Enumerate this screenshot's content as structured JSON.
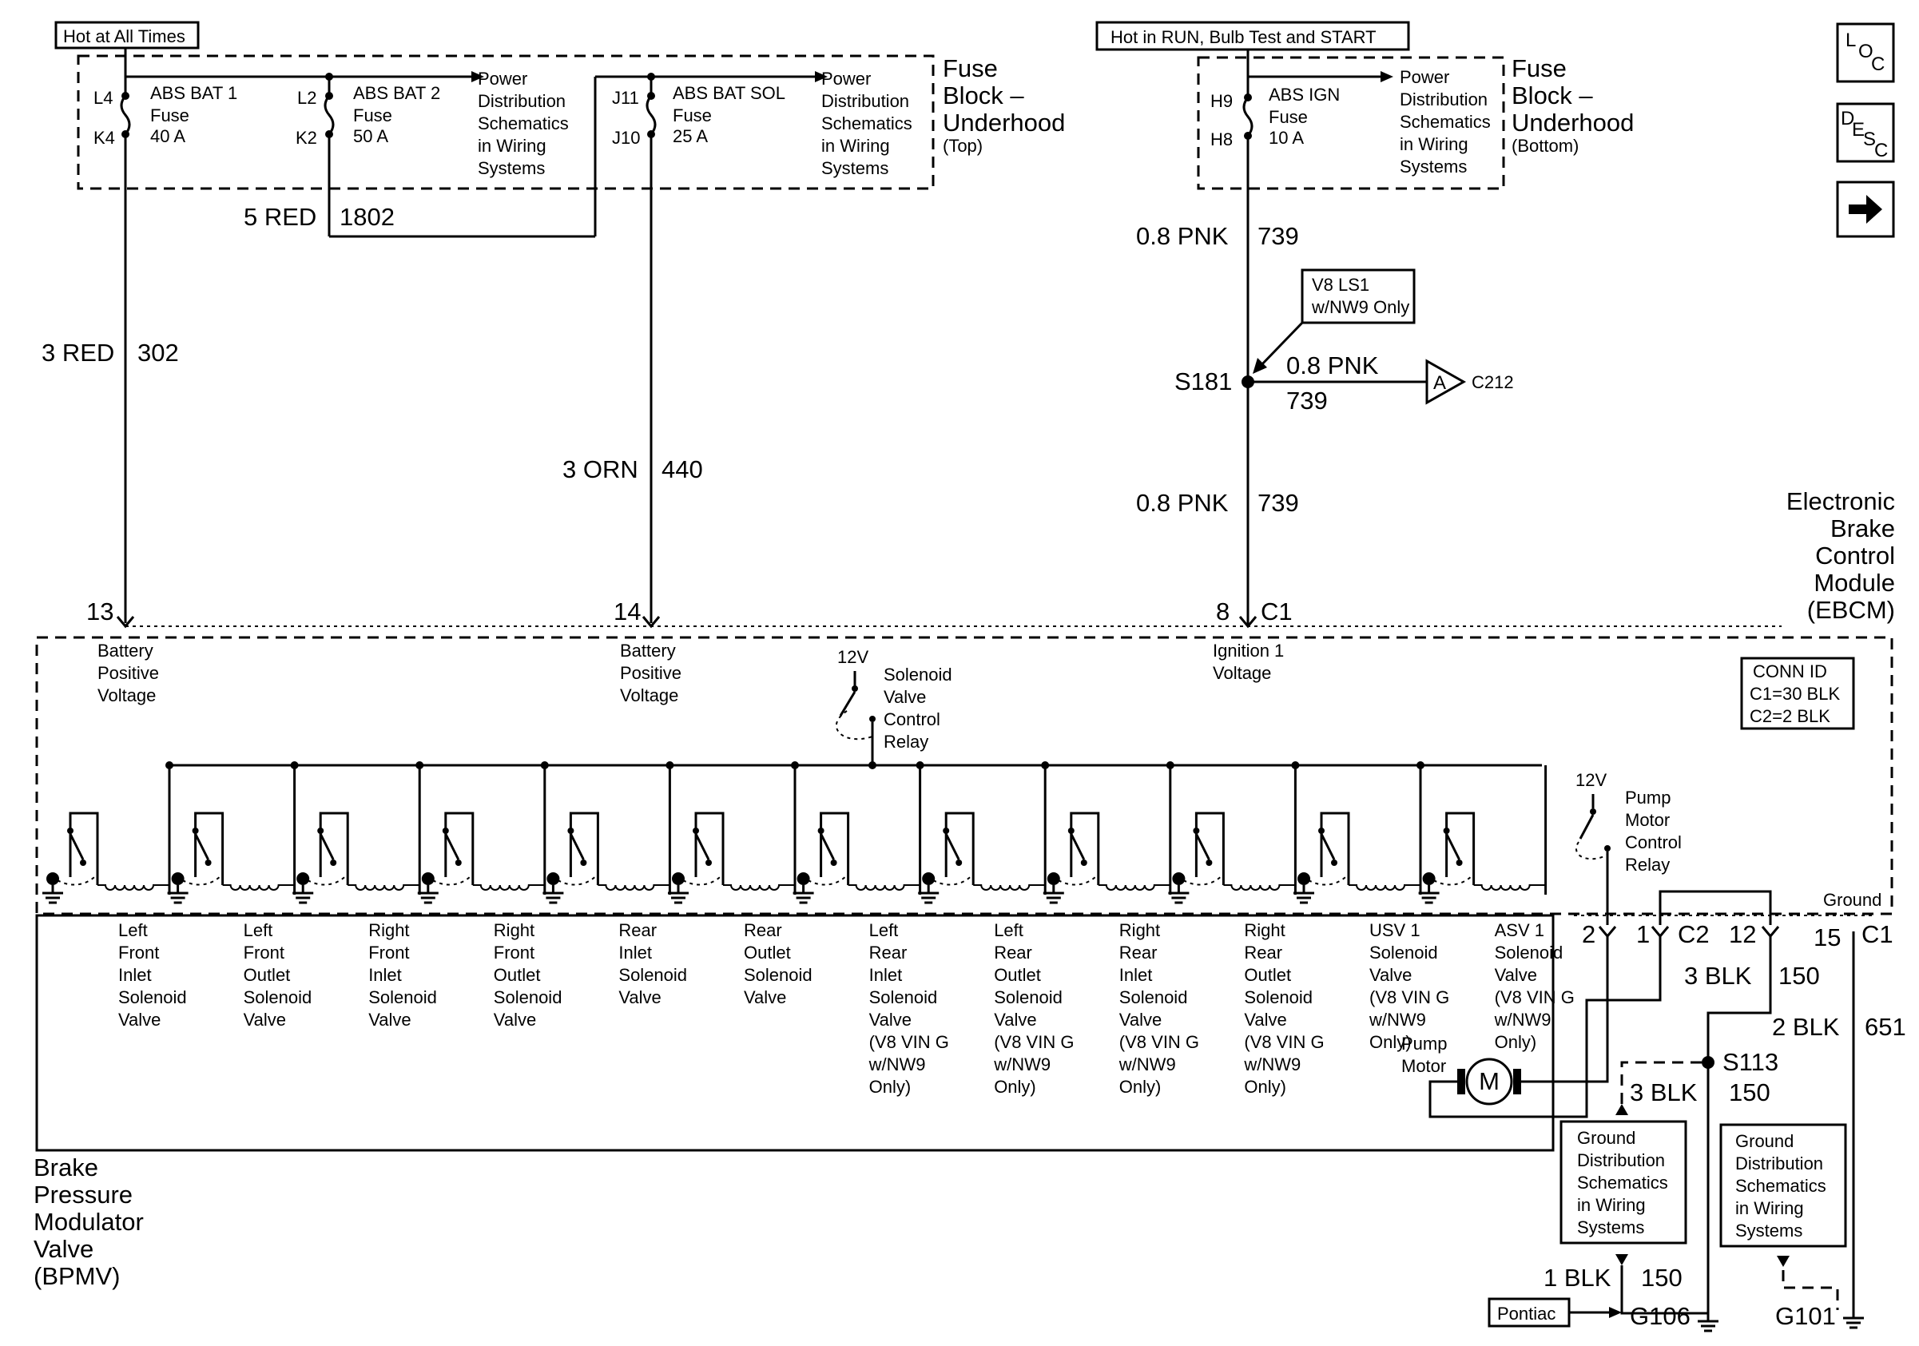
{
  "fuse_block_top": {
    "hot_label": "Hot at All Times",
    "title_line1": "Fuse",
    "title_line2": "Block –",
    "title_line3": "Underhood",
    "title_sub": "(Top)",
    "fuses": [
      {
        "pin_top": "L4",
        "pin_bottom": "K4",
        "name": "ABS BAT 1",
        "word": "Fuse",
        "rating": "40 A"
      },
      {
        "pin_top": "L2",
        "pin_bottom": "K2",
        "name": "ABS BAT 2",
        "word": "Fuse",
        "rating": "50 A"
      },
      {
        "pin_top": "J11",
        "pin_bottom": "J10",
        "name": "ABS BAT SOL",
        "word": "Fuse",
        "rating": "25 A"
      }
    ],
    "power_ref": [
      "Power",
      "Distribution",
      "Schematics",
      "in Wiring",
      "Systems"
    ]
  },
  "fuse_block_bottom": {
    "hot_label": "Hot in RUN, Bulb Test and START",
    "title_line1": "Fuse",
    "title_line2": "Block –",
    "title_line3": "Underhood",
    "title_sub": "(Bottom)",
    "fuse": {
      "pin_top": "H9",
      "pin_bottom": "H8",
      "name": "ABS IGN",
      "word": "Fuse",
      "rating": "10 A"
    },
    "power_ref": [
      "Power",
      "Distribution",
      "Schematics",
      "in Wiring",
      "Systems"
    ]
  },
  "nav_buttons": {
    "loc": {
      "a": "L",
      "b": "O",
      "c": "C"
    },
    "desc": {
      "a": "D",
      "b": "E",
      "c": "S",
      "d": "C"
    }
  },
  "wires": {
    "w1802": {
      "gauge": "5 RED",
      "circuit": "1802"
    },
    "w302": {
      "gauge": "3 RED",
      "circuit": "302"
    },
    "w440": {
      "gauge": "3 ORN",
      "circuit": "440"
    },
    "w739_top": {
      "gauge": "0.8 PNK",
      "circuit": "739"
    },
    "w739_branch": {
      "gauge": "0.8 PNK",
      "circuit": "739"
    },
    "w739_low": {
      "gauge": "0.8 PNK",
      "circuit": "739"
    },
    "w150_a": {
      "gauge": "3 BLK",
      "circuit": "150"
    },
    "w651": {
      "gauge": "2 BLK",
      "circuit": "651"
    },
    "w150_b": {
      "gauge": "3 BLK",
      "circuit": "150"
    },
    "w150_c": {
      "gauge": "1 BLK",
      "circuit": "150"
    }
  },
  "v8_note": [
    "V8 LS1",
    "w/NW9 Only"
  ],
  "splice_s181": "S181",
  "connector_c212": {
    "letter": "A",
    "name": "C212"
  },
  "ebcm": {
    "title": [
      "Electronic",
      "Brake",
      "Control",
      "Module",
      "(EBCM)"
    ],
    "pin13": "13",
    "pin14": "14",
    "pin8": "8",
    "c1": "C1",
    "inputs": {
      "bat1": [
        "Battery",
        "Positive",
        "Voltage"
      ],
      "bat2": [
        "Battery",
        "Positive",
        "Voltage"
      ],
      "ign": [
        "Ignition 1",
        "Voltage"
      ]
    },
    "solenoid_relay": {
      "voltage": "12V",
      "label": [
        "Solenoid",
        "Valve",
        "Control",
        "Relay"
      ]
    },
    "pump_relay": {
      "voltage": "12V",
      "label": [
        "Pump",
        "Motor",
        "Control",
        "Relay"
      ]
    },
    "conn_id": {
      "title": "CONN ID",
      "c1": "C1=30 BLK",
      "c2": "C2=2 BLK"
    },
    "ground_label": "Ground"
  },
  "bpmv_pins": {
    "p2": "2",
    "p1": "1",
    "c2": "C2",
    "p12": "12",
    "p15": "15",
    "c1": "C1"
  },
  "valves": [
    [
      "Left",
      "Front",
      "Inlet",
      "Solenoid",
      "Valve"
    ],
    [
      "Left",
      "Front",
      "Outlet",
      "Solenoid",
      "Valve"
    ],
    [
      "Right",
      "Front",
      "Inlet",
      "Solenoid",
      "Valve"
    ],
    [
      "Right",
      "Front",
      "Outlet",
      "Solenoid",
      "Valve"
    ],
    [
      "Rear",
      "Inlet",
      "Solenoid",
      "Valve"
    ],
    [
      "Rear",
      "Outlet",
      "Solenoid",
      "Valve"
    ],
    [
      "Left",
      "Rear",
      "Inlet",
      "Solenoid",
      "Valve",
      "(V8 VIN G",
      "w/NW9",
      "Only)"
    ],
    [
      "Left",
      "Rear",
      "Outlet",
      "Solenoid",
      "Valve",
      "(V8 VIN G",
      "w/NW9",
      "Only)"
    ],
    [
      "Right",
      "Rear",
      "Inlet",
      "Solenoid",
      "Valve",
      "(V8 VIN G",
      "w/NW9",
      "Only)"
    ],
    [
      "Right",
      "Rear",
      "Outlet",
      "Solenoid",
      "Valve",
      "(V8 VIN G",
      "w/NW9",
      "Only)"
    ],
    [
      "USV 1",
      "Solenoid",
      "Valve",
      "(V8 VIN G",
      "w/NW9",
      "Only)"
    ],
    [
      "ASV 1",
      "Solenoid",
      "Valve",
      "(V8 VIN G",
      "w/NW9",
      "Only)"
    ]
  ],
  "pump_motor": {
    "label": [
      "Pump",
      "Motor"
    ],
    "symbol": "M"
  },
  "bpmv_title": [
    "Brake",
    "Pressure",
    "Modulator",
    "Valve",
    "(BPMV)"
  ],
  "splice_s113": "S113",
  "ground_ref_1": [
    "Ground",
    "Distribution",
    "Schematics",
    "in Wiring",
    "Systems"
  ],
  "ground_ref_2": [
    "Ground",
    "Distribution",
    "Schematics",
    "in Wiring",
    "Systems"
  ],
  "pontiac": "Pontiac",
  "g106": "G106",
  "g101": "G101"
}
